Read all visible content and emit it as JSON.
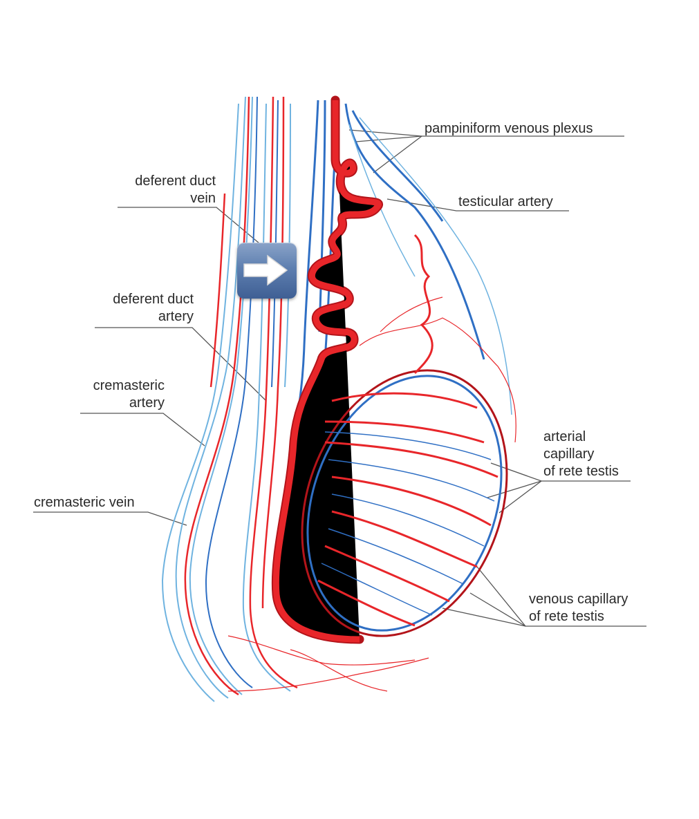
{
  "labels": {
    "deferent_duct_vein": [
      "deferent duct",
      "vein"
    ],
    "deferent_duct_artery": [
      "deferent duct",
      "artery"
    ],
    "cremasteric_artery": [
      "cremasteric",
      "artery"
    ],
    "cremasteric_vein": "cremasteric vein",
    "pampiniform": "pampiniform venous plexus",
    "testicular_artery": "testicular artery",
    "arterial_capillary": [
      "arterial",
      "capillary",
      "of rete testis"
    ],
    "venous_capillary": [
      "venous capillary",
      "of rete testis"
    ]
  },
  "colors": {
    "artery": "#e8262a",
    "artery_dark": "#b3141a",
    "vein": "#2f6fc4",
    "vein_light": "#6fb3e0",
    "leader": "#555555"
  },
  "nav_button": {
    "icon": "arrow-right-icon"
  }
}
